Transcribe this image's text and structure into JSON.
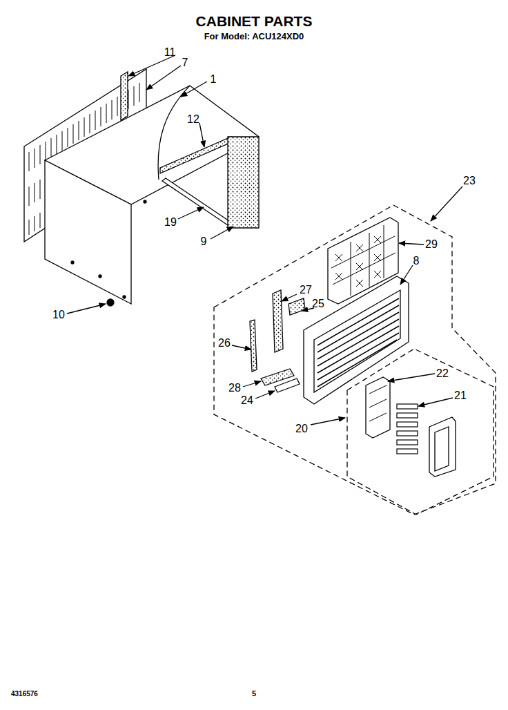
{
  "diagram": {
    "title": "CABINET PARTS",
    "labels": [
      "For Model: ACU124XD0",
      "11",
      "7",
      "1",
      "12",
      "23",
      "19",
      "9",
      "29",
      "8",
      "27",
      "25",
      "10",
      "26",
      "22",
      "21",
      "28",
      "24",
      "20",
      "4316576",
      "5"
    ]
  }
}
